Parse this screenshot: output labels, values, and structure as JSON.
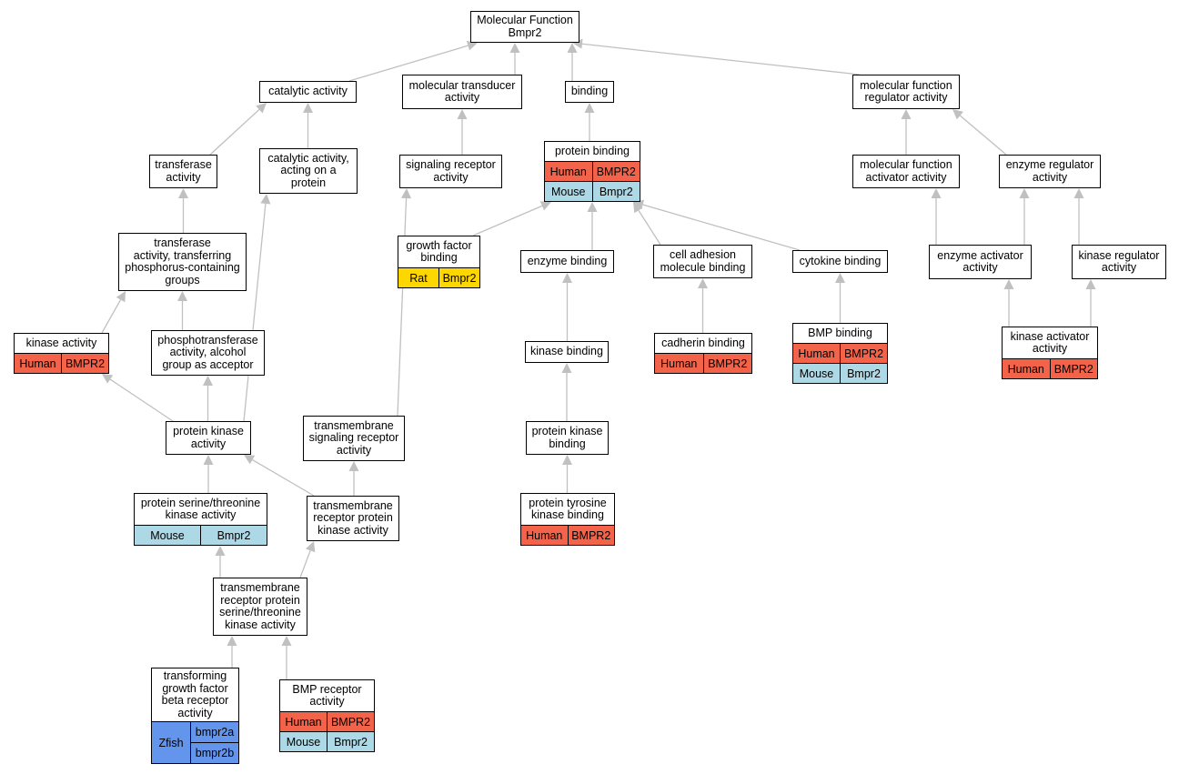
{
  "nodes": {
    "mf": {
      "label": [
        "Molecular Function",
        "Bmpr2"
      ]
    },
    "cat": {
      "label": [
        "catalytic activity"
      ]
    },
    "mtrans": {
      "label": [
        "molecular transducer",
        "activity"
      ]
    },
    "binding": {
      "label": [
        "binding"
      ]
    },
    "mfreg": {
      "label": [
        "molecular function",
        "regulator activity"
      ]
    },
    "transf": {
      "label": [
        "transferase",
        "activity"
      ]
    },
    "catprot": {
      "label": [
        "catalytic activity,",
        "acting on a",
        "protein"
      ]
    },
    "sigrec": {
      "label": [
        "signaling receptor",
        "activity"
      ]
    },
    "protbind": {
      "label": [
        "protein binding"
      ],
      "rows": [
        [
          "Human",
          "BMPR2"
        ],
        [
          "Mouse",
          "Bmpr2"
        ]
      ]
    },
    "mfact": {
      "label": [
        "molecular function",
        "activator activity"
      ]
    },
    "enzreg": {
      "label": [
        "enzyme regulator",
        "activity"
      ]
    },
    "transfphos": {
      "label": [
        "transferase",
        "activity, transferring",
        "phosphorus-containing",
        "groups"
      ]
    },
    "gfbind": {
      "label": [
        "growth factor",
        "binding"
      ],
      "rows": [
        [
          "Rat",
          "Bmpr2"
        ]
      ]
    },
    "enzbind": {
      "label": [
        "enzyme binding"
      ]
    },
    "celladh": {
      "label": [
        "cell adhesion",
        "molecule binding"
      ]
    },
    "cytobind": {
      "label": [
        "cytokine binding"
      ]
    },
    "enzact": {
      "label": [
        "enzyme activator",
        "activity"
      ]
    },
    "kinreg": {
      "label": [
        "kinase regulator",
        "activity"
      ]
    },
    "kinact": {
      "label": [
        "kinase activity"
      ],
      "rows": [
        [
          "Human",
          "BMPR2"
        ]
      ]
    },
    "phosphotr": {
      "label": [
        "phosphotransferase",
        "activity, alcohol",
        "group as acceptor"
      ]
    },
    "kinbind": {
      "label": [
        "kinase binding"
      ]
    },
    "cadbind": {
      "label": [
        "cadherin binding"
      ],
      "rows": [
        [
          "Human",
          "BMPR2"
        ]
      ]
    },
    "bmpbind": {
      "label": [
        "BMP binding"
      ],
      "rows": [
        [
          "Human",
          "BMPR2"
        ],
        [
          "Mouse",
          "Bmpr2"
        ]
      ]
    },
    "kinactiv": {
      "label": [
        "kinase activator",
        "activity"
      ],
      "rows": [
        [
          "Human",
          "BMPR2"
        ]
      ]
    },
    "protkin": {
      "label": [
        "protein kinase",
        "activity"
      ]
    },
    "tmsig": {
      "label": [
        "transmembrane",
        "signaling receptor",
        "activity"
      ]
    },
    "pkbind": {
      "label": [
        "protein kinase",
        "binding"
      ]
    },
    "psthr": {
      "label": [
        "protein serine/threonine",
        "kinase activity"
      ],
      "rows": [
        [
          "Mouse",
          "Bmpr2"
        ]
      ]
    },
    "tmrpk": {
      "label": [
        "transmembrane",
        "receptor protein",
        "kinase activity"
      ]
    },
    "ptkbind": {
      "label": [
        "protein tyrosine",
        "kinase binding"
      ],
      "rows": [
        [
          "Human",
          "BMPR2"
        ]
      ]
    },
    "tmrpst": {
      "label": [
        "transmembrane",
        "receptor protein",
        "serine/threonine",
        "kinase activity"
      ]
    },
    "tgfb": {
      "label": [
        "transforming",
        "growth factor",
        "beta receptor",
        "activity"
      ],
      "zfish": {
        "species": "Zfish",
        "genes": [
          "bmpr2a",
          "bmpr2b"
        ]
      }
    },
    "bmprec": {
      "label": [
        "BMP receptor",
        "activity"
      ],
      "rows": [
        [
          "Human",
          "BMPR2"
        ],
        [
          "Mouse",
          "Bmpr2"
        ]
      ]
    }
  },
  "edges": [
    [
      "cat",
      "mf"
    ],
    [
      "mtrans",
      "mf"
    ],
    [
      "binding",
      "mf"
    ],
    [
      "mfreg",
      "mf"
    ],
    [
      "transf",
      "cat"
    ],
    [
      "catprot",
      "cat"
    ],
    [
      "sigrec",
      "mtrans"
    ],
    [
      "protbind",
      "binding"
    ],
    [
      "mfact",
      "mfreg"
    ],
    [
      "enzreg",
      "mfreg"
    ],
    [
      "transfphos",
      "transf"
    ],
    [
      "gfbind",
      "protbind"
    ],
    [
      "enzbind",
      "protbind"
    ],
    [
      "celladh",
      "protbind"
    ],
    [
      "cytobind",
      "protbind"
    ],
    [
      "enzact",
      "mfact"
    ],
    [
      "enzact",
      "enzreg"
    ],
    [
      "kinreg",
      "enzreg"
    ],
    [
      "kinact",
      "transfphos"
    ],
    [
      "phosphotr",
      "transfphos"
    ],
    [
      "kinbind",
      "enzbind"
    ],
    [
      "cadbind",
      "celladh"
    ],
    [
      "bmpbind",
      "cytobind"
    ],
    [
      "kinactiv",
      "enzact"
    ],
    [
      "kinactiv",
      "kinreg"
    ],
    [
      "protkin",
      "kinact"
    ],
    [
      "protkin",
      "phosphotr"
    ],
    [
      "protkin",
      "catprot"
    ],
    [
      "tmsig",
      "sigrec"
    ],
    [
      "pkbind",
      "kinbind"
    ],
    [
      "psthr",
      "protkin"
    ],
    [
      "tmrpk",
      "protkin"
    ],
    [
      "tmrpk",
      "tmsig"
    ],
    [
      "ptkbind",
      "pkbind"
    ],
    [
      "tmrpst",
      "psthr"
    ],
    [
      "tmrpst",
      "tmrpk"
    ],
    [
      "tgfb",
      "tmrpst"
    ],
    [
      "bmprec",
      "tmrpst"
    ]
  ],
  "colors": {
    "human": "#f36349",
    "mouse": "#add8e6",
    "rat": "#ffd700",
    "zfish": "#6495ed",
    "edge": "#c0c0c0"
  }
}
